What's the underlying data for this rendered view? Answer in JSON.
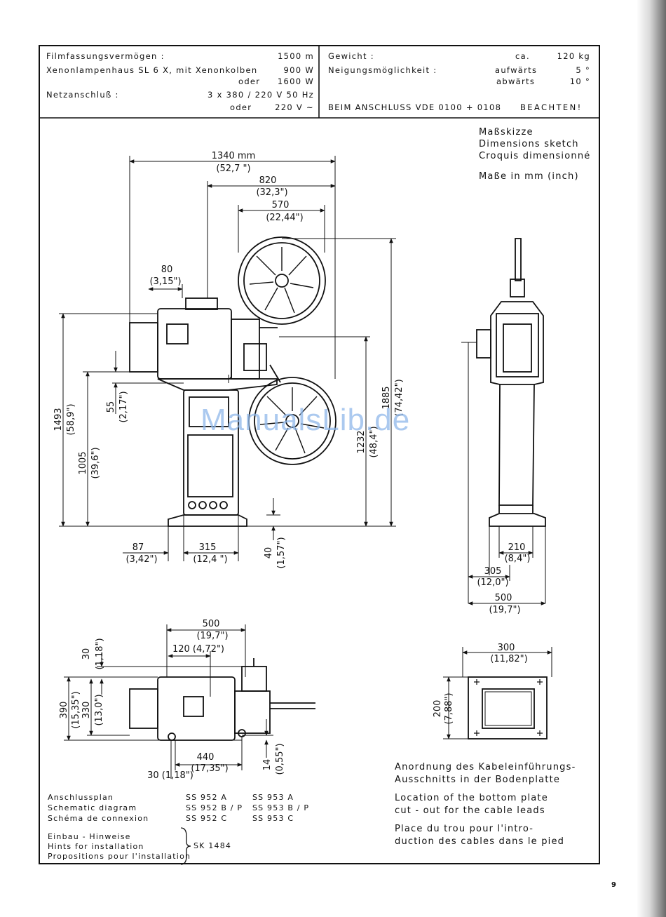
{
  "specs": {
    "left": [
      {
        "label": "Filmfassungsvermögen :",
        "value": "1500 m"
      },
      {
        "label": "Xenonlampenhaus SL 6 X, mit Xenonkolben",
        "value": "900 W"
      },
      {
        "label": "oder",
        "value": "1600 W"
      },
      {
        "label": "Netzanschluß :",
        "value": "3 x 380 / 220  V  50 Hz"
      },
      {
        "label": "oder",
        "value": "220 V ~"
      }
    ],
    "right": [
      {
        "label": "Gewicht :",
        "mid": "ca.",
        "value": "120  kg"
      },
      {
        "label": "Neigungsmöglichkeit :",
        "mid": "aufwärts",
        "value": "5 °"
      },
      {
        "label": "",
        "mid": "abwärts",
        "value": "10 °"
      }
    ],
    "vde_note": "BEIM ANSCHLUSS VDE 0100 + 0108",
    "vde_note_end": "BEACHTEN!"
  },
  "sketch_title": [
    "Maßskizze",
    "Dimensions sketch",
    "Croquis dimensionné"
  ],
  "units_note": "Maße in mm (inch)",
  "dims": {
    "d1340": "1340 mm",
    "d1340i": "(52,7 \")",
    "d820": "820",
    "d820i": "(32,3\")",
    "d570": "570",
    "d570i": "(22,44\")",
    "d80": "80",
    "d80i": "(3,15\")",
    "d1493": "1493",
    "d1493i": "(58,9\")",
    "d1005": "1005",
    "d1005i": "(39,6\")",
    "d55": "55",
    "d55i": "(2,17\")",
    "d1232": "1232",
    "d1232i": "(48,4\")",
    "d1885": "1885",
    "d1885i": "(74,42\")",
    "d87": "87",
    "d87i": "(3,42\")",
    "d315": "315",
    "d315i": "(12,4 \")",
    "d40": "40",
    "d40i": "(1,57\")",
    "d210": "210",
    "d210i": "(8,4\")",
    "d305": "305",
    "d305i": "(12,0\")",
    "d500s": "500",
    "d500si": "(19,7\")",
    "d500t": "500",
    "d500ti": "(19,7\")",
    "d120": "120 (4,72\")",
    "d30": "30",
    "d30i": "(1,18\")",
    "d390": "390",
    "d390i": "(15,35\")",
    "d330": "330",
    "d330i": "(13,0\")",
    "d440": "440",
    "d440i": "(17,35\")",
    "d30b": "30 (1,18\")",
    "d14": "14",
    "d14i": "(0,55\")",
    "d300": "300",
    "d300i": "(11,82\")",
    "d200": "200",
    "d200i": "(7,88\")"
  },
  "schematics": [
    {
      "label": "Anschlussplan",
      "a": "SS 952  A",
      "b": "SS 953 A"
    },
    {
      "label": "Schematic diagram",
      "a": "SS 952  B / P",
      "b": "SS 953 B / P"
    },
    {
      "label": "Schéma de connexion",
      "a": "SS 952  C",
      "b": "SS 953 C"
    }
  ],
  "install": {
    "lines": [
      "Einbau - Hinweise",
      "Hints for installation",
      "Propositions pour l'installation"
    ],
    "ref": "SK  1484"
  },
  "cable_note": {
    "de": [
      "Anordnung des Kabeleinführungs-",
      "Ausschnitts in der Bodenplatte"
    ],
    "en": [
      "Location of the bottom plate",
      "cut - out for the cable leads"
    ],
    "fr": [
      "Place du trou pour l'intro-",
      "duction des cables dans le pied"
    ]
  },
  "page_number": "9",
  "watermark": "ManualsLib.de"
}
